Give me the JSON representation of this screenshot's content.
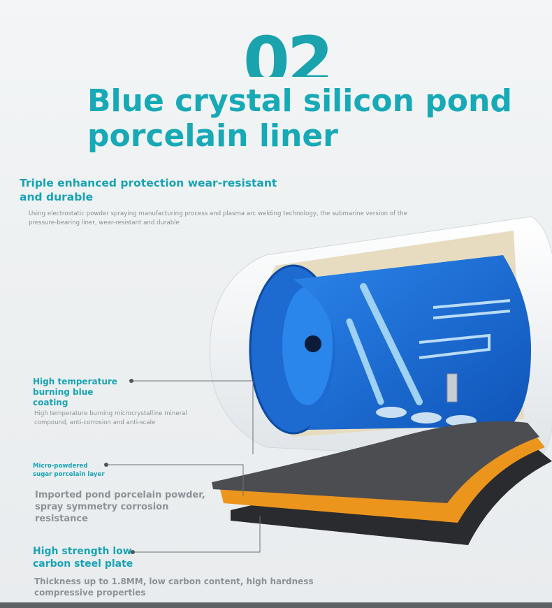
{
  "header": {
    "number": "02",
    "title": "Blue crystal silicon pond porcelain liner"
  },
  "intro": {
    "subtitle": "Triple enhanced protection wear-resistant and durable",
    "description": "Using electrostatic powder spraying manufacturing process and plasma arc welding technology, the submarine version of the pressure-bearing liner, wear-resistant and durable"
  },
  "layers": [
    {
      "label": "High temperature burning blue coating",
      "note": "High temperature burning microcrystalline mineral compound, anti-corrosion and anti-scale"
    },
    {
      "label": "Micro-powdered sugar porcelain layer",
      "note": "Imported pond porcelain powder, spray symmetry corrosion resistance"
    },
    {
      "label": "High strength low carbon steel plate",
      "note": "Thickness up to 1.8MM, low carbon content, high hardness compressive properties"
    }
  ],
  "colors": {
    "accent": "#19a3b4",
    "coating": "#1f6fd6",
    "porcelain": "#e9921e",
    "steel": "#2f3033"
  }
}
